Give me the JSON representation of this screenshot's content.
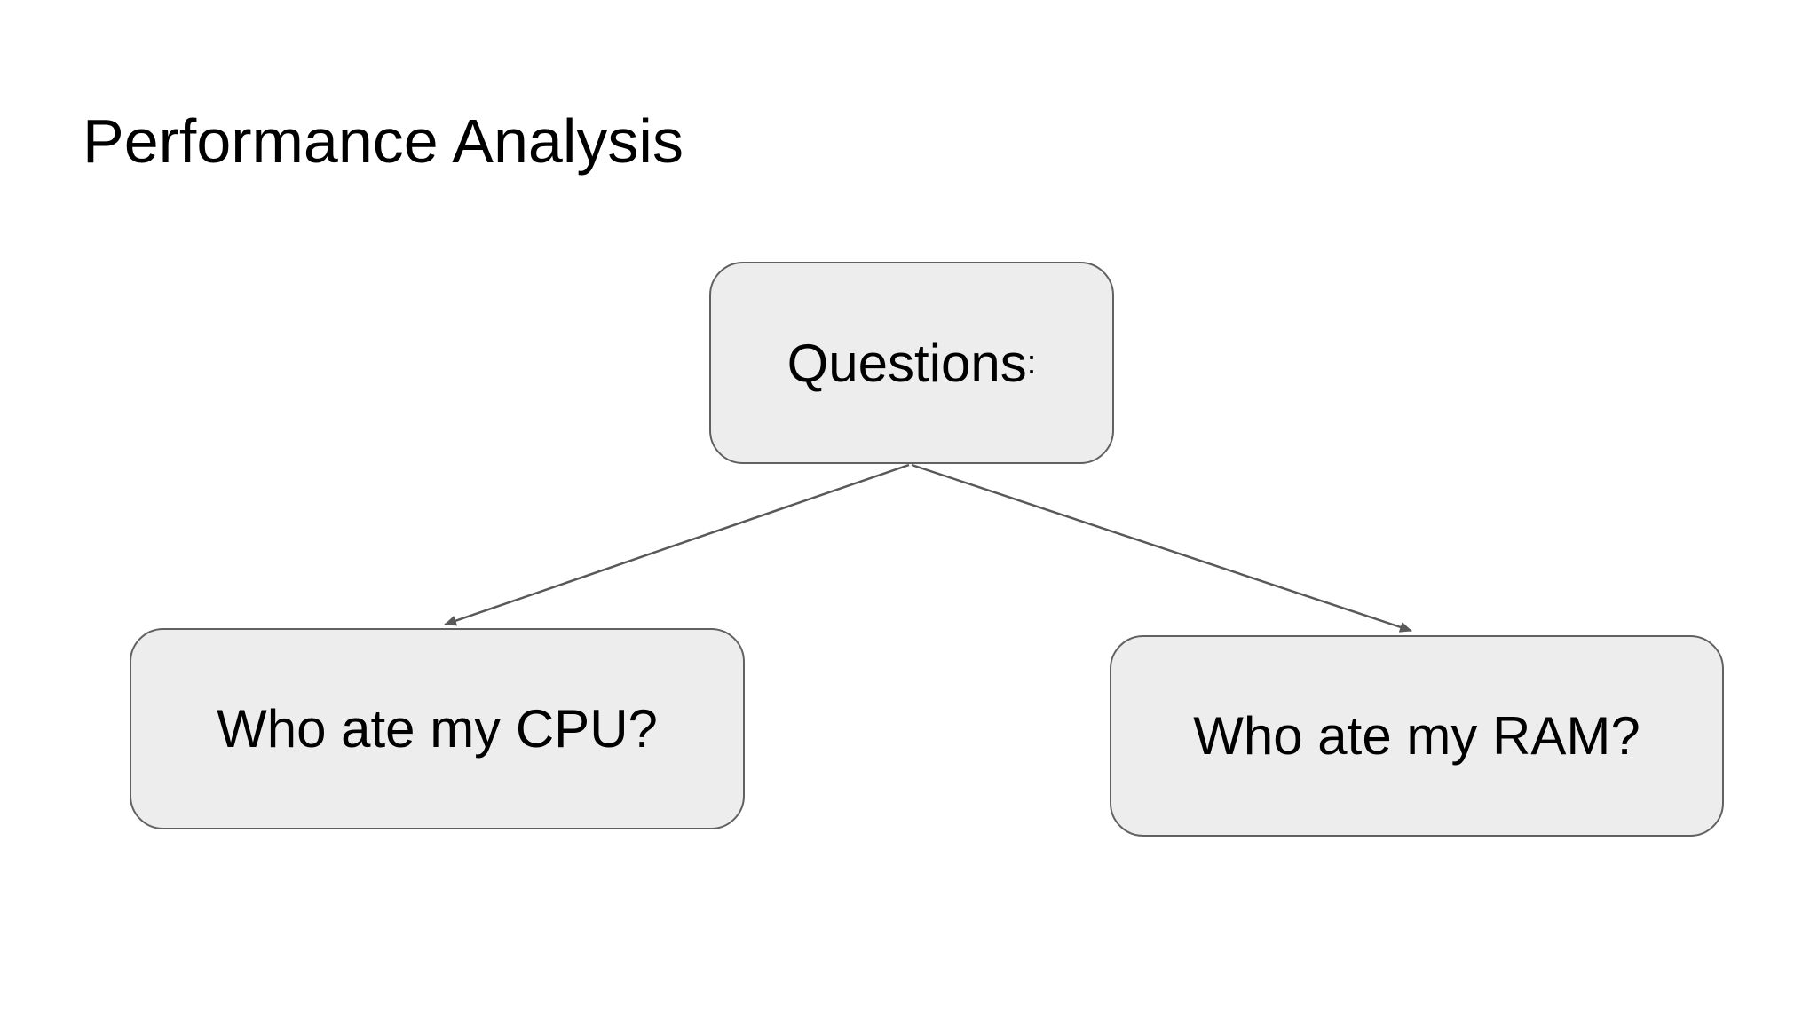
{
  "slide": {
    "title": "Performance Analysis"
  },
  "colors": {
    "background": "#ffffff",
    "node_fill": "#ededed",
    "node_border": "#616161",
    "connector": "#595959",
    "text": "#000000"
  },
  "diagram": {
    "root_node": {
      "label": "Questions",
      "suffix": ":"
    },
    "child_nodes": [
      {
        "label": "Who ate my CPU?"
      },
      {
        "label": "Who ate my RAM?"
      }
    ],
    "connectors": [
      {
        "from": "questions",
        "to": "who-ate-my-cpu",
        "arrowhead": "end"
      },
      {
        "from": "questions",
        "to": "who-ate-my-ram",
        "arrowhead": "end"
      }
    ]
  }
}
